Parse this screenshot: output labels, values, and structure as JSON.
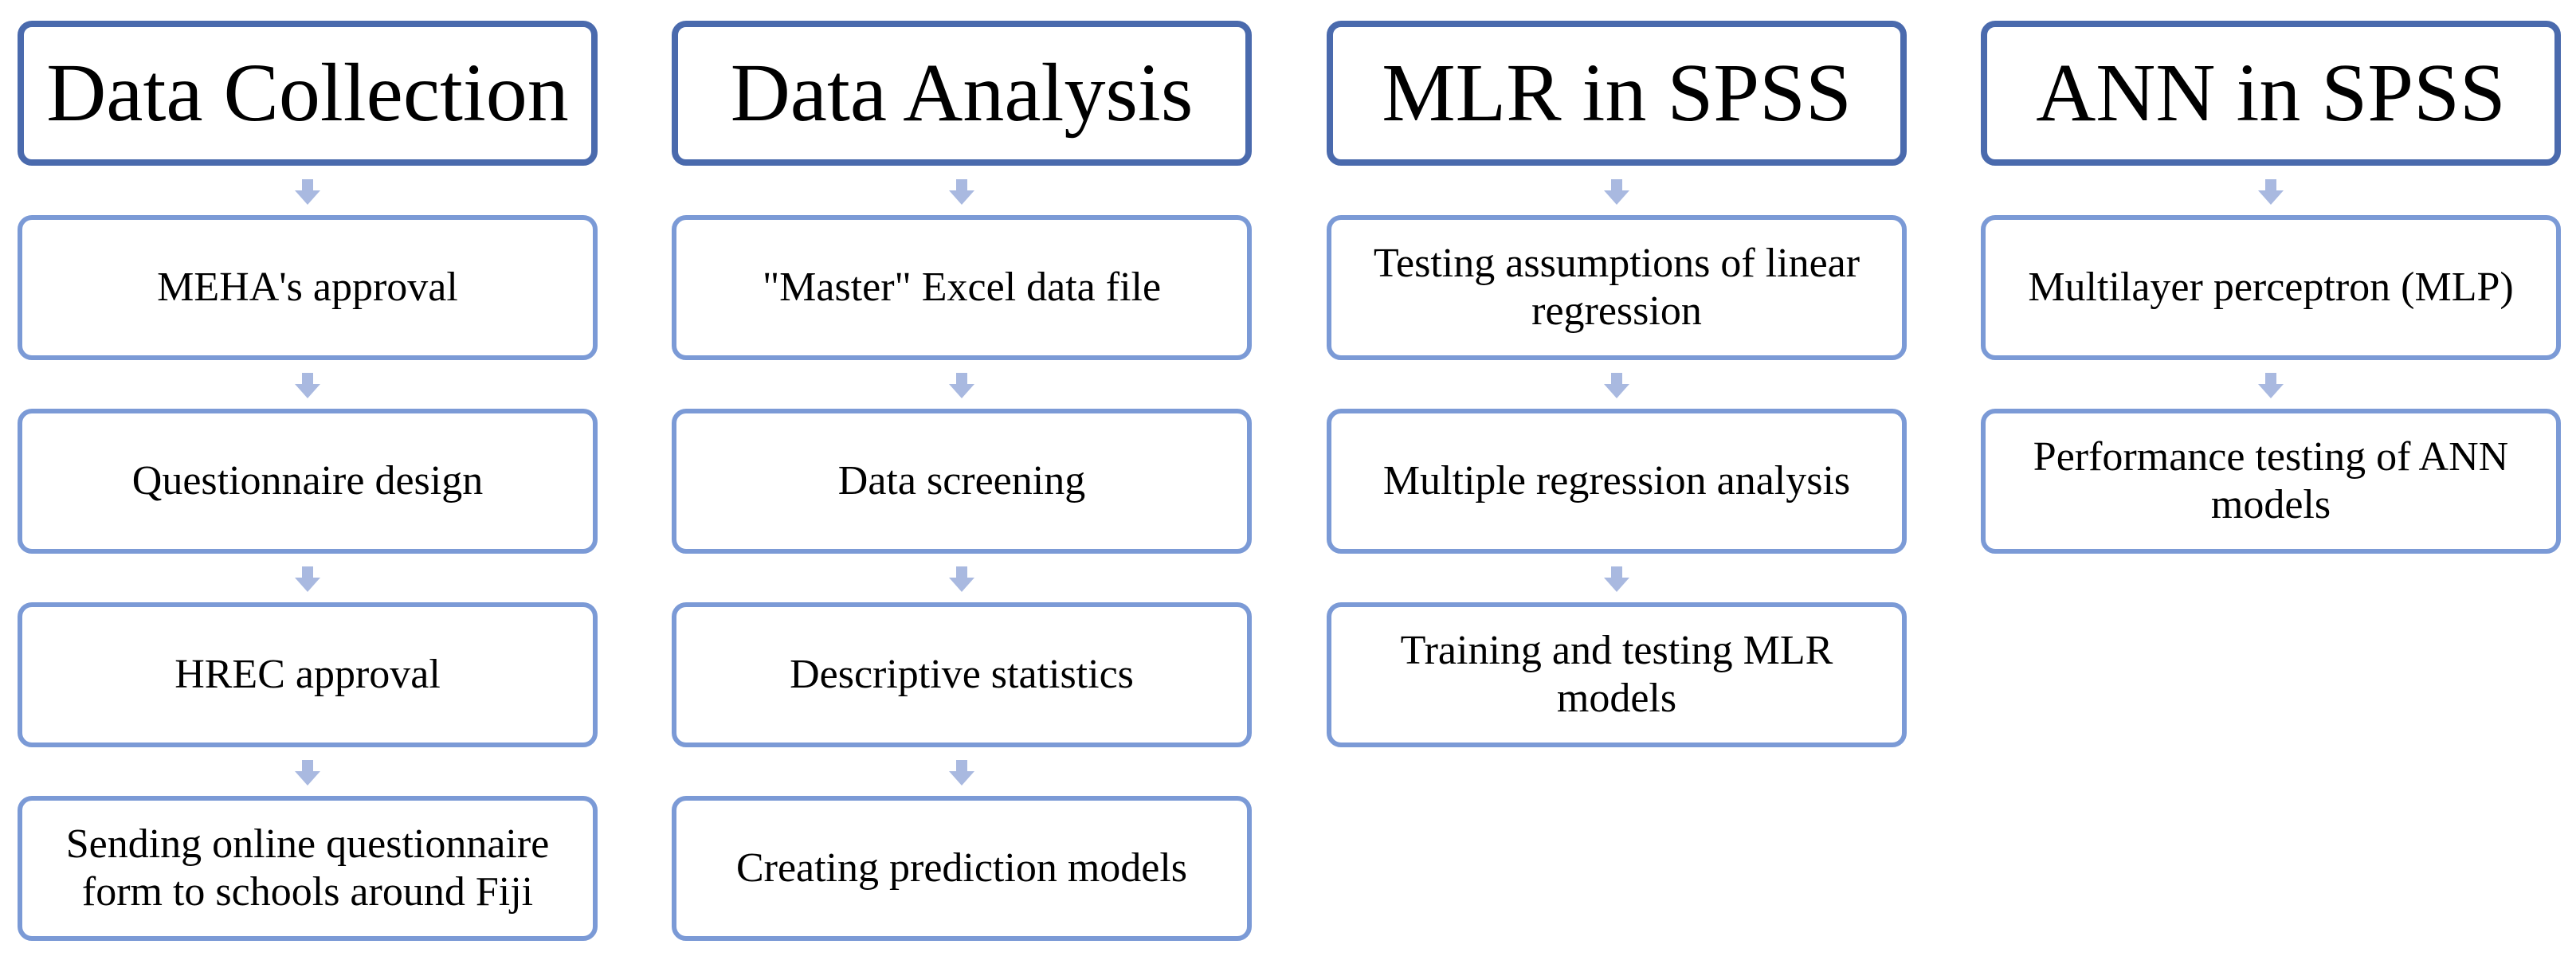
{
  "columns": [
    {
      "title": "Data Collection",
      "steps": [
        "MEHA's approval",
        "Questionnaire design",
        "HREC approval",
        "Sending online questionnaire form to schools around Fiji"
      ]
    },
    {
      "title": "Data Analysis",
      "steps": [
        "\"Master\" Excel data file",
        "Data screening",
        "Descriptive statistics",
        "Creating prediction models"
      ]
    },
    {
      "title": "MLR in SPSS",
      "steps": [
        "Testing assumptions of linear regression",
        "Multiple regression analysis",
        "Training and testing MLR models"
      ]
    },
    {
      "title": "ANN in SPSS",
      "steps": [
        "Multilayer perceptron (MLP)",
        "Performance testing of ANN models"
      ]
    }
  ],
  "colors": {
    "header_border": "#4a6aad",
    "step_border": "#7b9ad6",
    "arrow_fill": "#a9b9e0"
  },
  "icons": {
    "connector": "arrow-down-icon"
  }
}
